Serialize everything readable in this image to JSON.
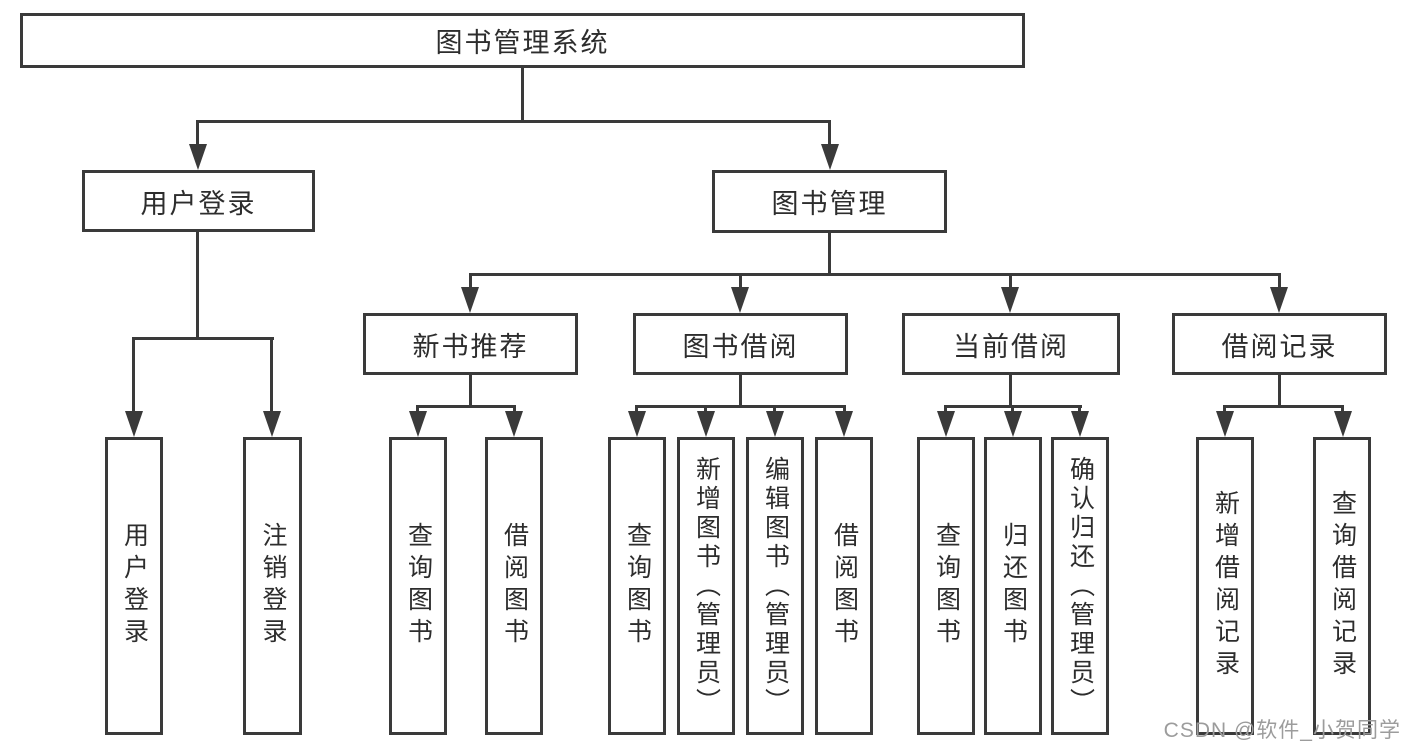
{
  "tree": {
    "root": "图书管理系统",
    "children": [
      {
        "label": "用户登录",
        "children": [
          "用户登录",
          "注销登录"
        ]
      },
      {
        "label": "图书管理",
        "children": [
          {
            "label": "新书推荐",
            "children": [
              "查询图书",
              "借阅图书"
            ]
          },
          {
            "label": "图书借阅",
            "children": [
              "查询图书",
              "新增图书（管理员）",
              "编辑图书（管理员）",
              "借阅图书"
            ]
          },
          {
            "label": "当前借阅",
            "children": [
              "查询图书",
              "归还图书",
              "确认归还（管理员）"
            ]
          },
          {
            "label": "借阅记录",
            "children": [
              "新增借阅记录",
              "查询借阅记录"
            ]
          }
        ]
      }
    ]
  },
  "watermark": {
    "text": "CSDN @软件_小贺同学"
  },
  "colors": {
    "line": "#3a3a3a",
    "text": "#2d2d2d",
    "background": "#ffffff",
    "watermark": "#9c9c9c"
  }
}
